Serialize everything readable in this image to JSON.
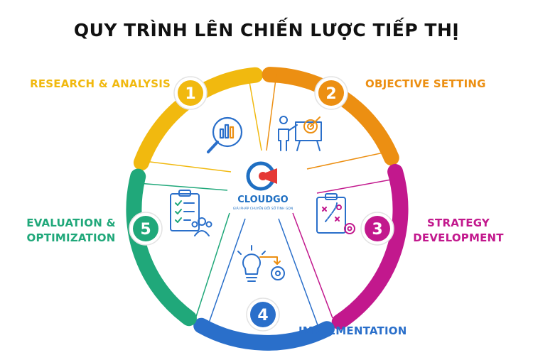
{
  "title": "QUY TRÌNH LÊN CHIẾN LƯỢC TIẾP THỊ",
  "logo": {
    "name": "CLOUDGO",
    "tagline": "GIẢI PHÁP CHUYỂN ĐỔI SỐ TINH GỌN"
  },
  "steps": [
    {
      "number": "1",
      "label": "RESEARCH & ANALYSIS",
      "color": "#f1b90f",
      "icon": "magnifier-chart-icon"
    },
    {
      "number": "2",
      "label": "OBJECTIVE SETTING",
      "color": "#ec8f12",
      "icon": "presenter-target-icon"
    },
    {
      "number": "3",
      "label": "STRATEGY DEVELOPMENT",
      "color": "#c2188d",
      "icon": "clipboard-plan-icon"
    },
    {
      "number": "4",
      "label": "IMPLEMENTATION",
      "color": "#2a6fca",
      "icon": "lightbulb-gear-icon"
    },
    {
      "number": "5",
      "label": "EVALUATION & OPTIMIZATION",
      "color": "#20a87a",
      "icon": "checklist-team-icon"
    }
  ]
}
